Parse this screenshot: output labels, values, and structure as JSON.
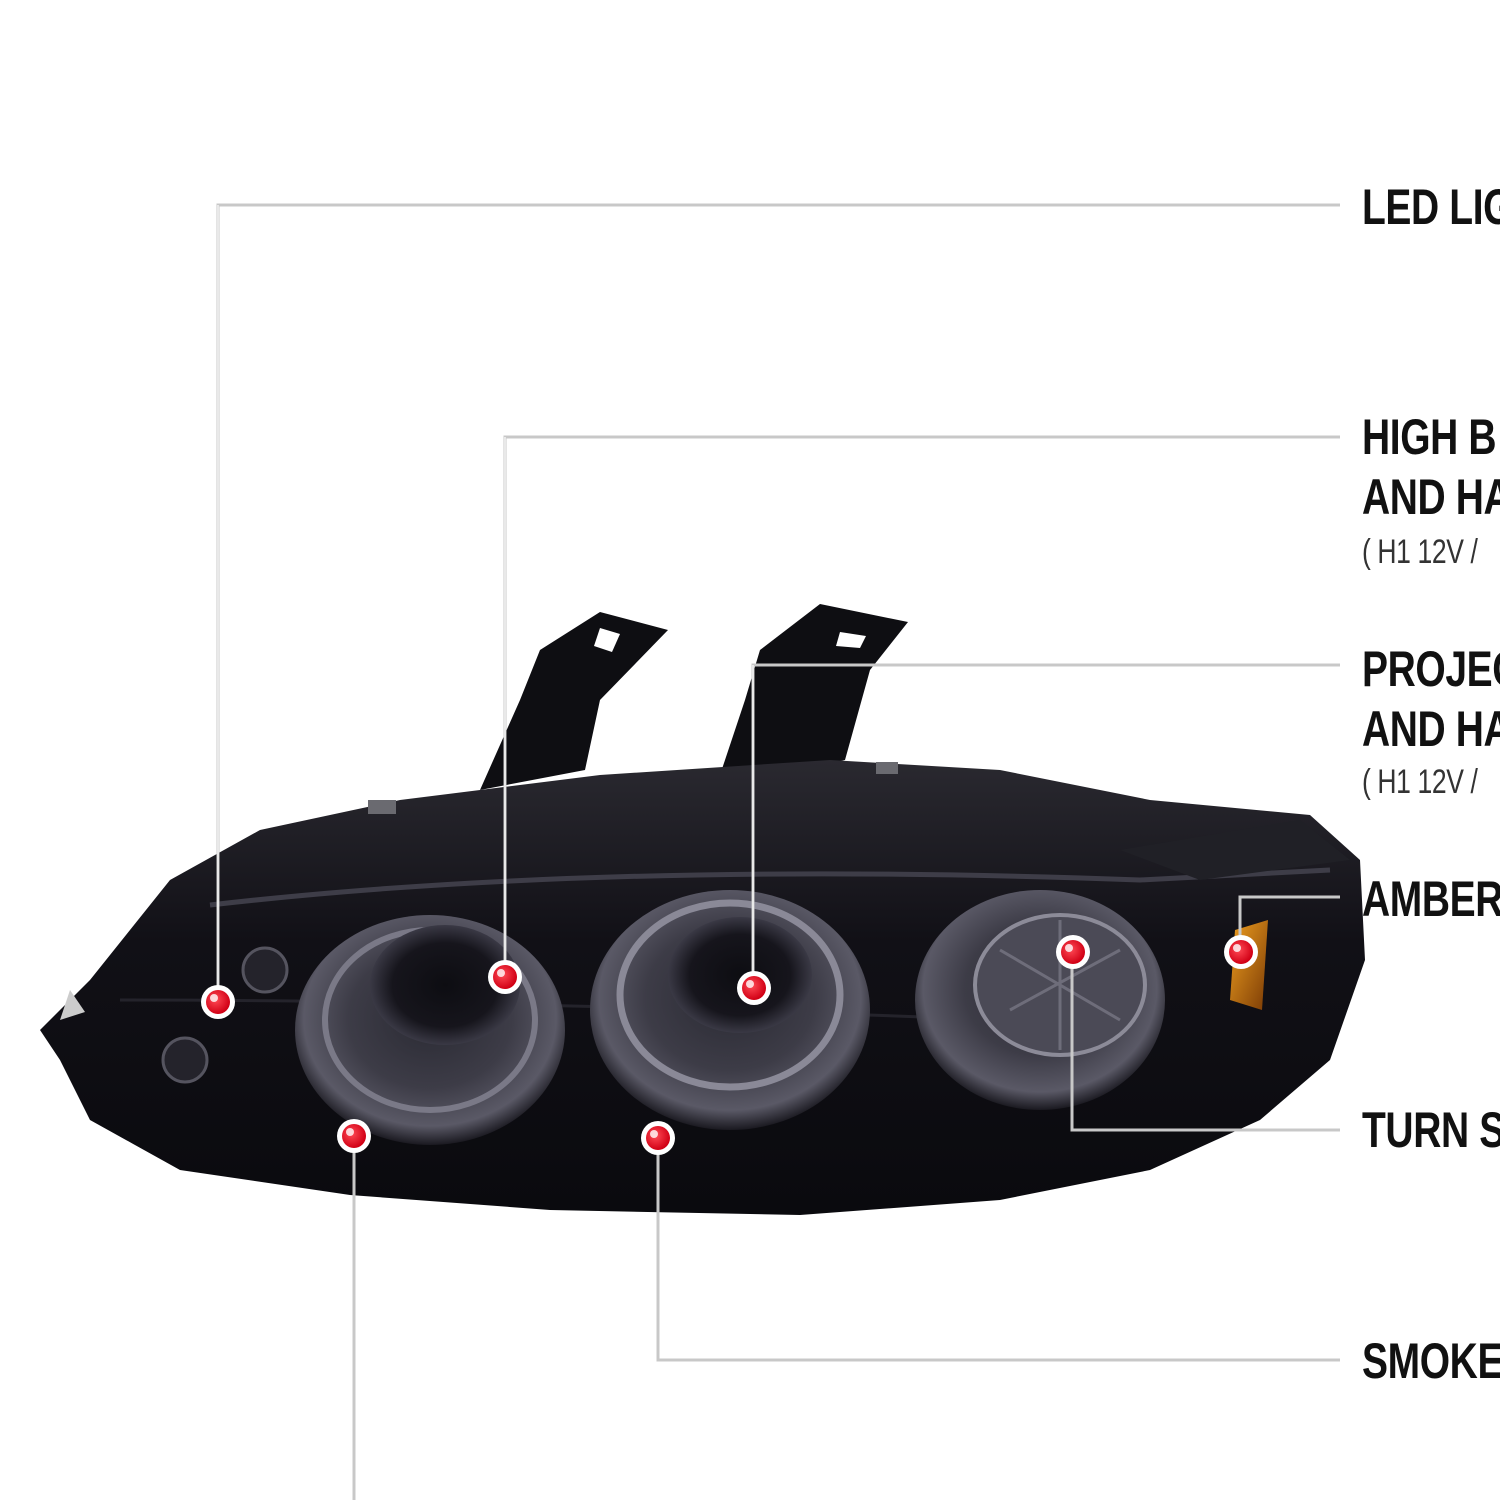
{
  "labels": {
    "led": "LED LIG",
    "high_beam": [
      "HIGH B",
      "AND HA",
      "( H1  12V /"
    ],
    "projector": [
      "PROJEC",
      "AND HA",
      "( H1  12V /"
    ],
    "amber": "AMBER",
    "turn": "TURN S",
    "smoke": "SMOKE"
  },
  "colors": {
    "leader": "#c8c8c8",
    "marker": "#e3001b",
    "housing": "#14131a"
  }
}
